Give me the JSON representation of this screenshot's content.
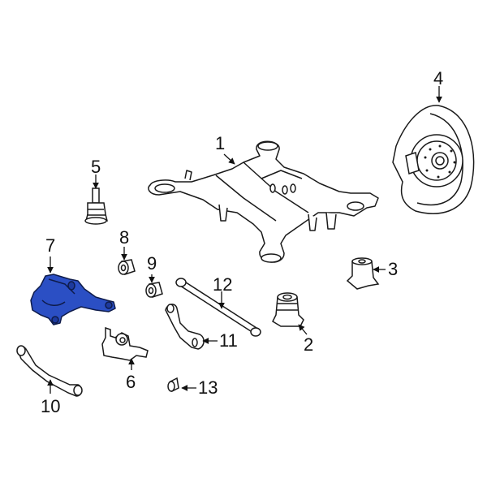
{
  "diagram": {
    "type": "exploded-parts-diagram",
    "subject": "Rear suspension subframe assembly",
    "highlight_color": "#2b4fc4",
    "line_color": "#1a1a1a",
    "background": "#ffffff",
    "highlighted_part": "7",
    "callouts": [
      {
        "number": "1",
        "part": "crossmember-subframe"
      },
      {
        "number": "2",
        "part": "subframe-mount-bushing"
      },
      {
        "number": "3",
        "part": "subframe-bushing"
      },
      {
        "number": "4",
        "part": "brake-backing-plate-hub"
      },
      {
        "number": "5",
        "part": "ball-joint"
      },
      {
        "number": "6",
        "part": "bracket"
      },
      {
        "number": "7",
        "part": "knuckle-carrier"
      },
      {
        "number": "8",
        "part": "bushing"
      },
      {
        "number": "9",
        "part": "bushing"
      },
      {
        "number": "10",
        "part": "lower-control-arm"
      },
      {
        "number": "11",
        "part": "trailing-arm"
      },
      {
        "number": "12",
        "part": "lateral-link-rod"
      },
      {
        "number": "13",
        "part": "bump-stop-cap"
      }
    ]
  }
}
